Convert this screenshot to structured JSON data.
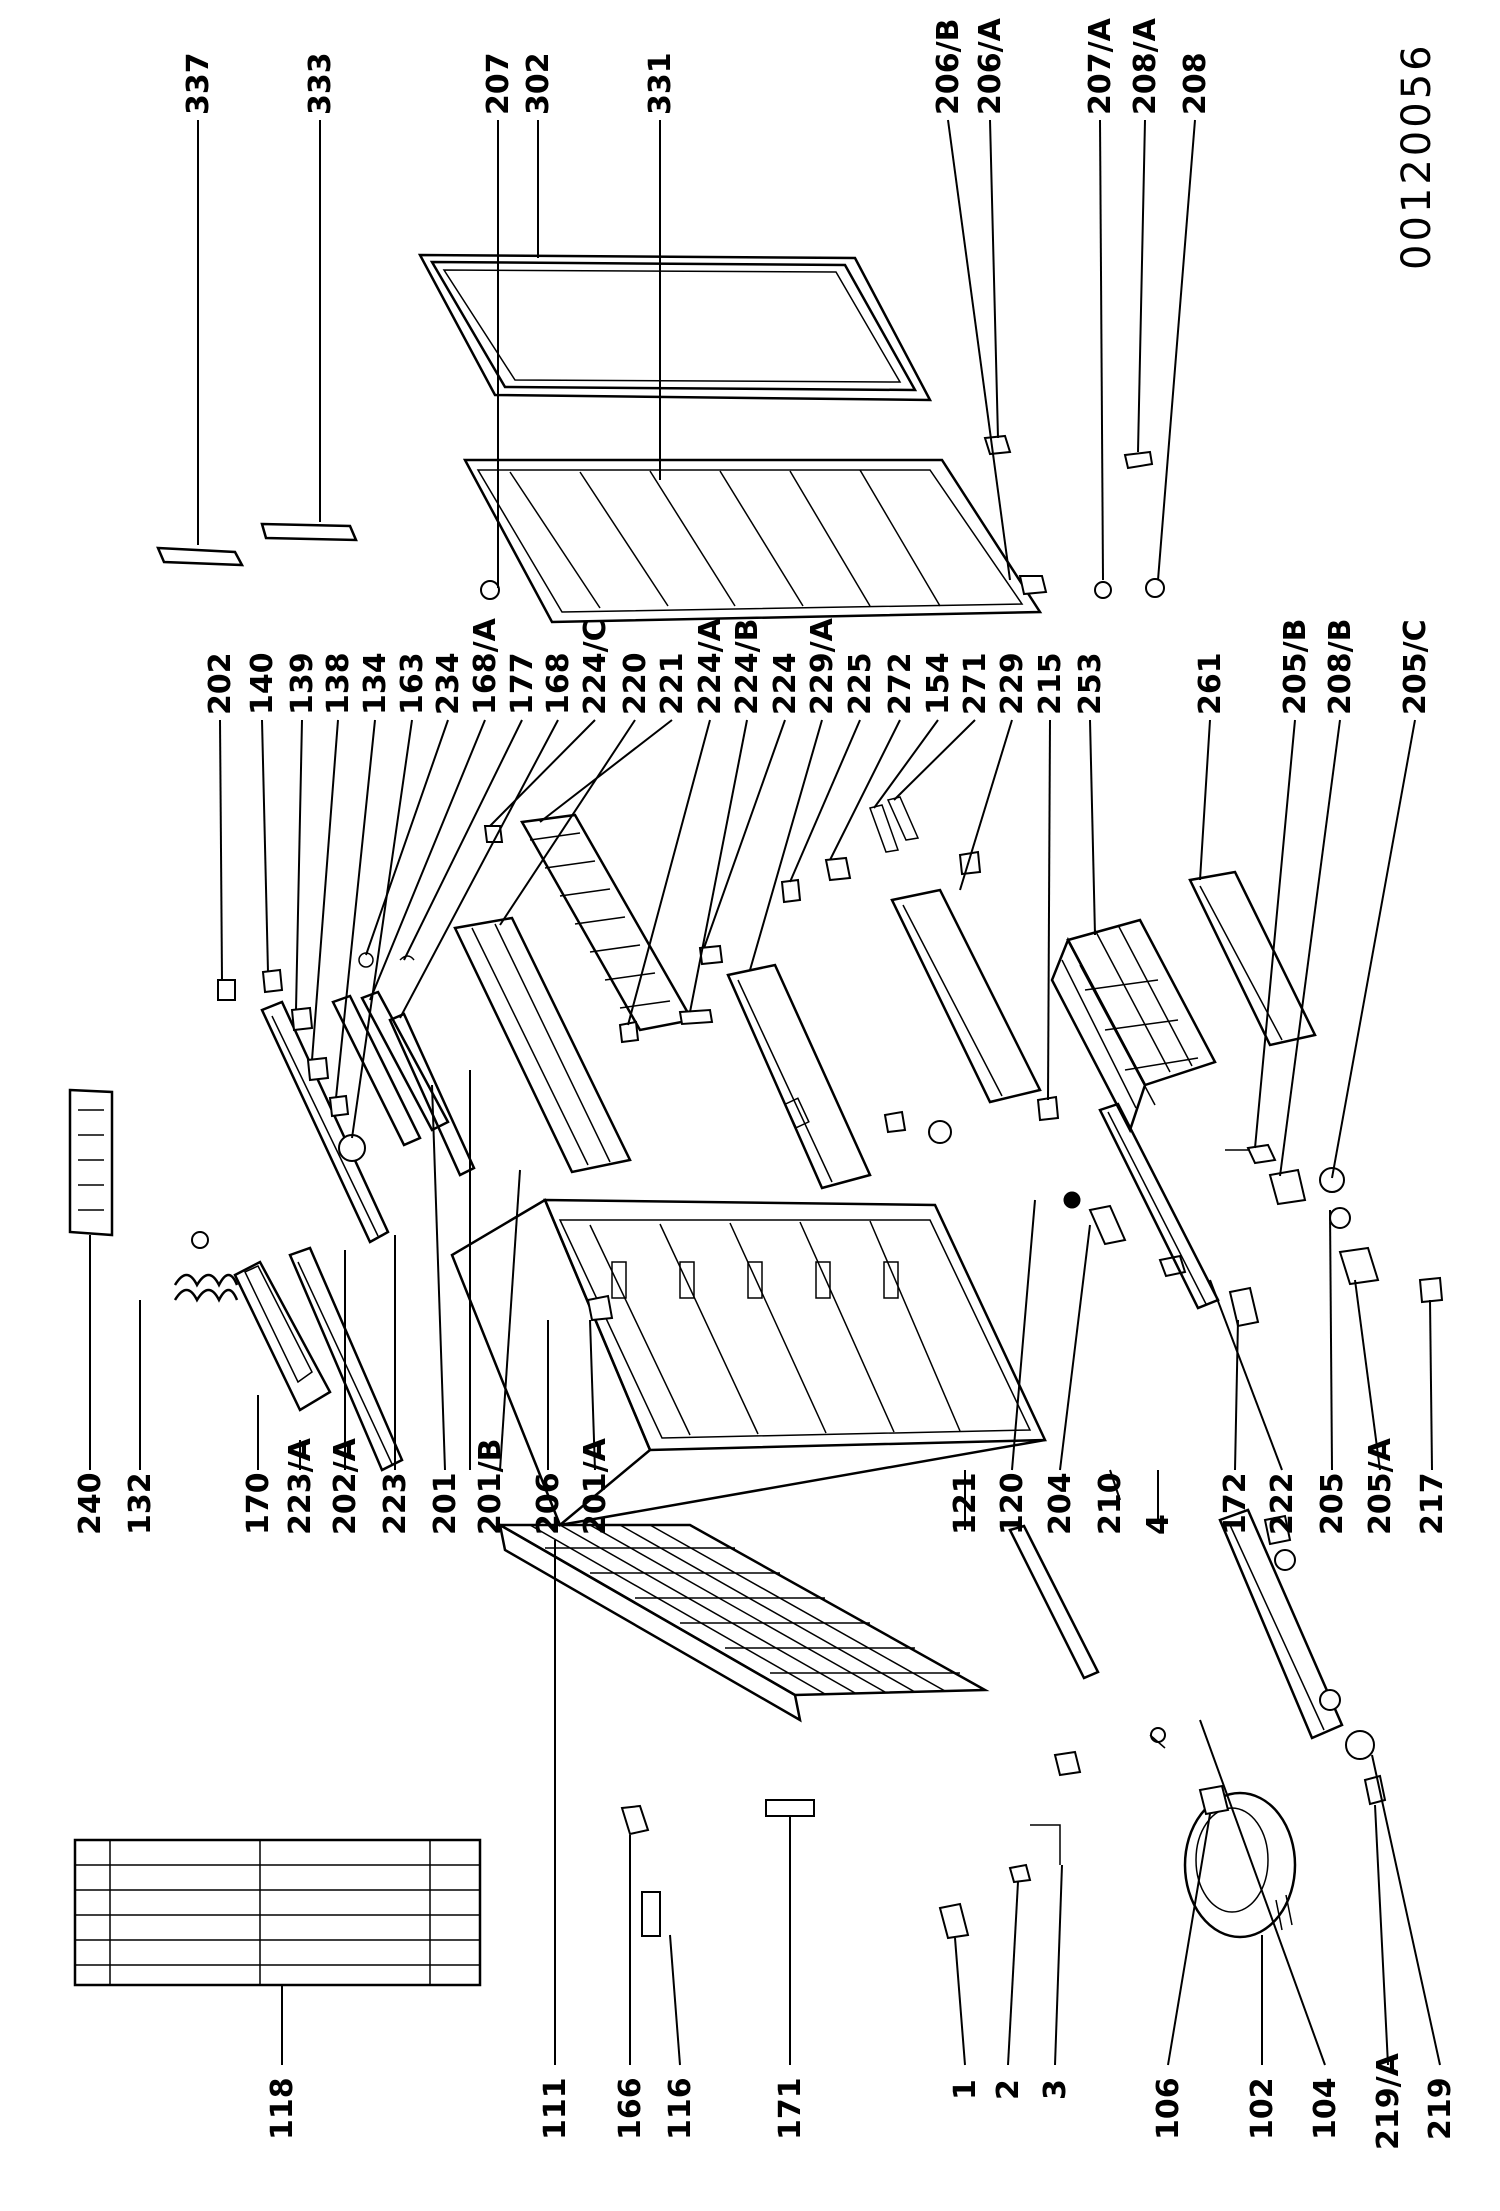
{
  "drawing_code": "00120056",
  "labels": {
    "l1": "1",
    "l2": "2",
    "l3": "3",
    "l4": "4",
    "l102": "102",
    "l104": "104",
    "l106": "106",
    "l111": "111",
    "l116": "116",
    "l118": "118",
    "l120": "120",
    "l121": "121",
    "l132": "132",
    "l134": "134",
    "l138": "138",
    "l139": "139",
    "l140": "140",
    "l154": "154",
    "l163": "163",
    "l166": "166",
    "l168": "168",
    "l168A": "168/A",
    "l170": "170",
    "l171": "171",
    "l172": "172",
    "l177": "177",
    "l201": "201",
    "l201A": "201/A",
    "l201B": "201/B",
    "l202": "202",
    "l202A": "202/A",
    "l204": "204",
    "l205": "205",
    "l205A": "205/A",
    "l205B": "205/B",
    "l205C": "205/C",
    "l206": "206",
    "l206A": "206/A",
    "l206B": "206/B",
    "l207": "207",
    "l207A": "207/A",
    "l208": "208",
    "l208A": "208/A",
    "l208B": "208/B",
    "l210": "210",
    "l215": "215",
    "l217": "217",
    "l219": "219",
    "l219A": "219/A",
    "l220": "220",
    "l221": "221",
    "l222": "222",
    "l223": "223",
    "l223A": "223/A",
    "l224": "224",
    "l224A": "224/A",
    "l224B": "224/B",
    "l224C": "224/C",
    "l225": "225",
    "l229": "229",
    "l229A": "229/A",
    "l234": "234",
    "l240": "240",
    "l253": "253",
    "l261": "261",
    "l271": "271",
    "l272": "272",
    "l302": "302",
    "l331": "331",
    "l333": "333",
    "l337": "337"
  }
}
